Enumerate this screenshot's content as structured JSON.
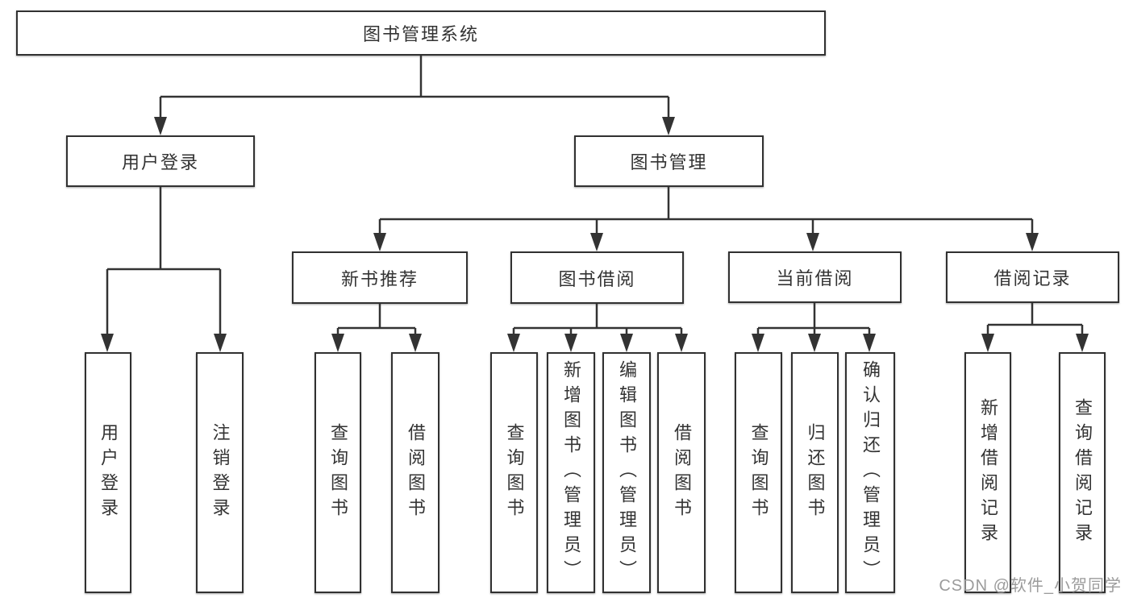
{
  "diagram": {
    "root": {
      "label": "图书管理系统"
    },
    "login": {
      "label": "用户登录",
      "leaves": [
        "用户登录",
        "注销登录"
      ]
    },
    "management": {
      "label": "图书管理",
      "sections": [
        {
          "label": "新书推荐",
          "leaves": [
            "查询图书",
            "借阅图书"
          ]
        },
        {
          "label": "图书借阅",
          "leaves": [
            "查询图书",
            "新增图书（管理员）",
            "编辑图书（管理员）",
            "借阅图书"
          ]
        },
        {
          "label": "当前借阅",
          "leaves": [
            "查询图书",
            "归还图书",
            "确认归还（管理员）"
          ]
        },
        {
          "label": "借阅记录",
          "leaves": [
            "新增借阅记录",
            "查询借阅记录"
          ]
        }
      ]
    }
  },
  "watermark": {
    "text": "CSDN @软件_小贺同学"
  },
  "colors": {
    "line": "#333333",
    "box_border": "#313131",
    "text": "#333333",
    "background": "#ffffff",
    "watermark": "#9b9b9b"
  }
}
